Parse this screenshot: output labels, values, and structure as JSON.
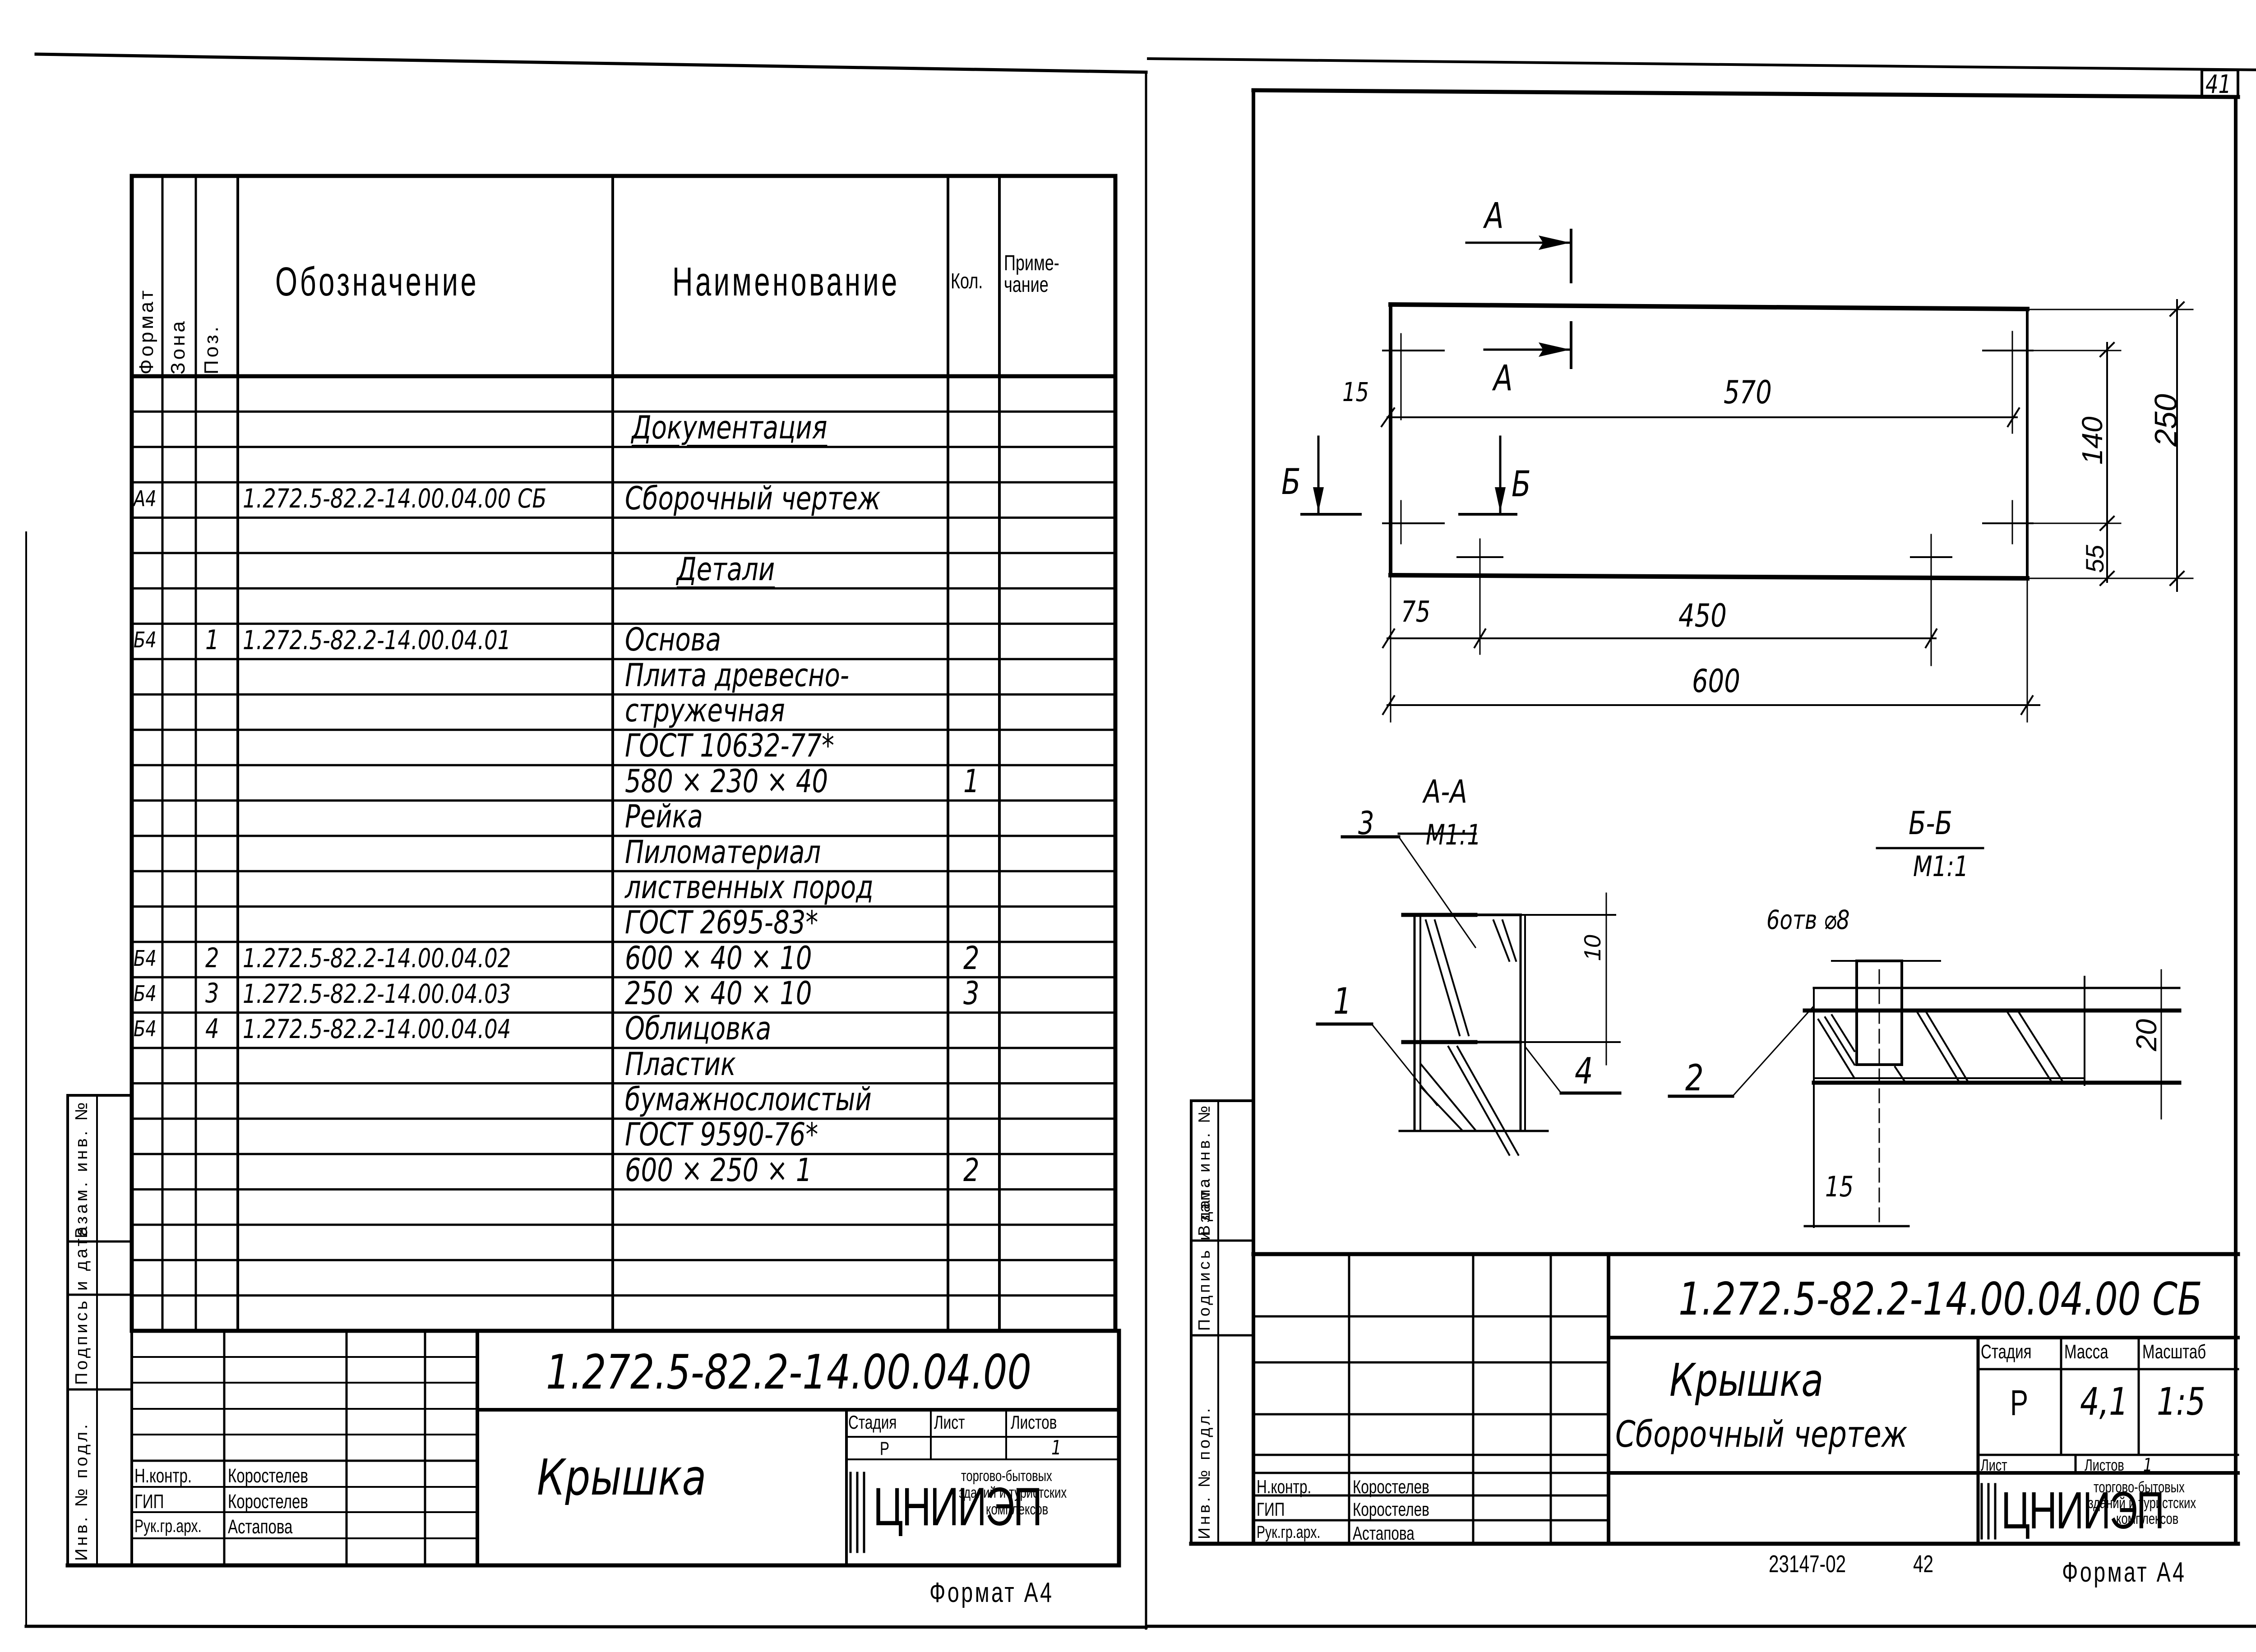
{
  "sheet_number": "41",
  "left_sheet": {
    "spec_table": {
      "headers": {
        "format": "Формат",
        "zone": "Зона",
        "pos": "Поз.",
        "designation": "Обозначение",
        "name": "Наименование",
        "qty": "Кол.",
        "note": "Приме-чание"
      },
      "rows": [
        {
          "format": "",
          "zone": "",
          "pos": "",
          "designation": "",
          "name": "",
          "qty": "",
          "note": ""
        },
        {
          "format": "",
          "zone": "",
          "pos": "",
          "designation": "",
          "name": "Документация",
          "qty": "",
          "note": "",
          "section": true
        },
        {
          "format": "",
          "zone": "",
          "pos": "",
          "designation": "",
          "name": "",
          "qty": "",
          "note": ""
        },
        {
          "format": "А4",
          "zone": "",
          "pos": "",
          "designation": "1.272.5-82.2-14.00.04.00 СБ",
          "name": "Сборочный чертеж",
          "qty": "",
          "note": ""
        },
        {
          "format": "",
          "zone": "",
          "pos": "",
          "designation": "",
          "name": "",
          "qty": "",
          "note": ""
        },
        {
          "format": "",
          "zone": "",
          "pos": "",
          "designation": "",
          "name": "Детали",
          "qty": "",
          "note": "",
          "section": true
        },
        {
          "format": "",
          "zone": "",
          "pos": "",
          "designation": "",
          "name": "",
          "qty": "",
          "note": ""
        },
        {
          "format": "Б4",
          "zone": "",
          "pos": "1",
          "designation": "1.272.5-82.2-14.00.04.01",
          "name": "Основа",
          "qty": "",
          "note": ""
        },
        {
          "format": "",
          "zone": "",
          "pos": "",
          "designation": "",
          "name": "Плита древесно-",
          "qty": "",
          "note": ""
        },
        {
          "format": "",
          "zone": "",
          "pos": "",
          "designation": "",
          "name": "стружечная",
          "qty": "",
          "note": ""
        },
        {
          "format": "",
          "zone": "",
          "pos": "",
          "designation": "",
          "name": "ГОСТ 10632-77*",
          "qty": "",
          "note": ""
        },
        {
          "format": "",
          "zone": "",
          "pos": "",
          "designation": "",
          "name": "580 × 230 × 40",
          "qty": "1",
          "note": ""
        },
        {
          "format": "",
          "zone": "",
          "pos": "",
          "designation": "",
          "name": "Рейка",
          "qty": "",
          "note": ""
        },
        {
          "format": "",
          "zone": "",
          "pos": "",
          "designation": "",
          "name": "Пиломатериал",
          "qty": "",
          "note": ""
        },
        {
          "format": "",
          "zone": "",
          "pos": "",
          "designation": "",
          "name": "лиственных пород",
          "qty": "",
          "note": ""
        },
        {
          "format": "",
          "zone": "",
          "pos": "",
          "designation": "",
          "name": "ГОСТ 2695-83*",
          "qty": "",
          "note": ""
        },
        {
          "format": "Б4",
          "zone": "",
          "pos": "2",
          "designation": "1.272.5-82.2-14.00.04.02",
          "name": "600 × 40 × 10",
          "qty": "2",
          "note": ""
        },
        {
          "format": "Б4",
          "zone": "",
          "pos": "3",
          "designation": "1.272.5-82.2-14.00.04.03",
          "name": "250 × 40 × 10",
          "qty": "3",
          "note": ""
        },
        {
          "format": "Б4",
          "zone": "",
          "pos": "4",
          "designation": "1.272.5-82.2-14.00.04.04",
          "name": "Облицовка",
          "qty": "",
          "note": ""
        },
        {
          "format": "",
          "zone": "",
          "pos": "",
          "designation": "",
          "name": "Пластик",
          "qty": "",
          "note": ""
        },
        {
          "format": "",
          "zone": "",
          "pos": "",
          "designation": "",
          "name": "бумажнослоистый",
          "qty": "",
          "note": ""
        },
        {
          "format": "",
          "zone": "",
          "pos": "",
          "designation": "",
          "name": "ГОСТ 9590-76*",
          "qty": "",
          "note": ""
        },
        {
          "format": "",
          "zone": "",
          "pos": "",
          "designation": "",
          "name": "600 × 250 × 1",
          "qty": "2",
          "note": ""
        },
        {
          "format": "",
          "zone": "",
          "pos": "",
          "designation": "",
          "name": "",
          "qty": "",
          "note": ""
        },
        {
          "format": "",
          "zone": "",
          "pos": "",
          "designation": "",
          "name": "",
          "qty": "",
          "note": ""
        },
        {
          "format": "",
          "zone": "",
          "pos": "",
          "designation": "",
          "name": "",
          "qty": "",
          "note": ""
        },
        {
          "format": "",
          "zone": "",
          "pos": "",
          "designation": "",
          "name": "",
          "qty": "",
          "note": ""
        }
      ]
    },
    "side_stamp": [
      "Взам. инв. №",
      "Подпись и дата",
      "Инв. № подл."
    ],
    "title_block": {
      "designation": "1.272.5-82.2-14.00.04.00",
      "title": "Крышка",
      "stage_label": "Стадия",
      "sheet_label": "Лист",
      "sheets_label": "Листов",
      "stage": "Р",
      "sheet": "",
      "sheets": "1",
      "org_logo": "ЦНИИЭП",
      "org_name": [
        "торгово-бытовых",
        "зданий и туристских",
        "комплексов"
      ],
      "signatures": [
        {
          "role": "Н.контр.",
          "name": "Коростелев"
        },
        {
          "role": "ГИП",
          "name": "Коростелев"
        },
        {
          "role": "Рук.гр.арх.",
          "name": "Астапова"
        }
      ]
    },
    "format": "Формат А4"
  },
  "right_sheet": {
    "plan": {
      "section_a_label": "А",
      "section_b_label": "Б",
      "dims": {
        "d15": "15",
        "d570": "570",
        "d140": "140",
        "d250": "250",
        "d55": "55",
        "d75": "75",
        "d450": "450",
        "d600": "600"
      }
    },
    "section_aa": {
      "title": "А-А",
      "scale": "М1:1",
      "callouts": [
        "3",
        "1",
        "4"
      ],
      "dim": "10"
    },
    "section_bb": {
      "title": "Б-Б",
      "scale": "М1:1",
      "hole_note": "6отв ⌀8",
      "callouts": [
        "2"
      ],
      "dim_h": "20",
      "dim_w": "15"
    },
    "side_stamp": [
      "Взам. инв. №",
      "Подпись и дата",
      "Инв. № подл."
    ],
    "title_block": {
      "designation": "1.272.5-82.2-14.00.04.00 СБ",
      "title": "Крышка",
      "subtitle": "Сборочный чертеж",
      "stage_label": "Стадия",
      "mass_label": "Масса",
      "scale_label": "Масштаб",
      "stage": "Р",
      "mass": "4,1",
      "scale": "1:5",
      "sheet_label": "Лист",
      "sheets_label": "Листов",
      "sheets": "1",
      "org_logo": "ЦНИИЭП",
      "org_name": [
        "торгово-бытовых",
        "зданий и туристских",
        "комплексов"
      ],
      "signatures": [
        {
          "role": "Н.контр.",
          "name": "Коростелев"
        },
        {
          "role": "ГИП",
          "name": "Коростелев"
        },
        {
          "role": "Рук.гр.арх.",
          "name": "Астапова"
        }
      ]
    },
    "archive_number": "23147-02",
    "page_number": "42",
    "format": "Формат А4"
  }
}
